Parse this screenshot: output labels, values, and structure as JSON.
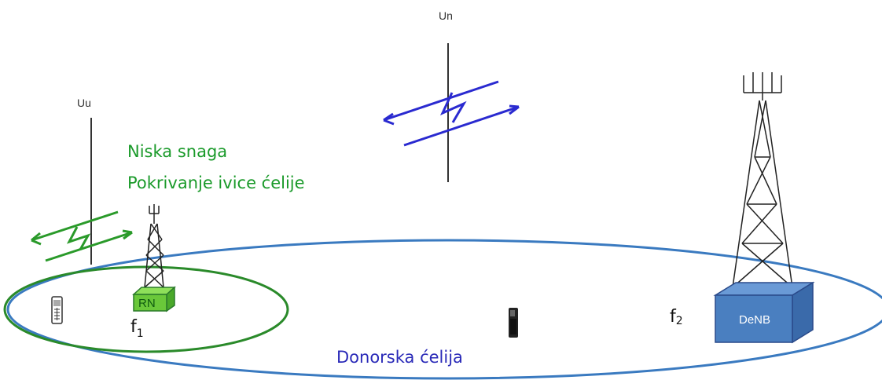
{
  "labels": {
    "un": "Un",
    "uu": "Uu",
    "low_power_line1": "Niska snaga",
    "low_power_line2": "Pokrivanje ivice ćelije",
    "donor_cell": "Donorska ćelija",
    "f1_base": "f",
    "f1_sub": "1",
    "f2_base": "f",
    "f2_sub": "2",
    "relay_node": "RN",
    "donor_enb": "DeNB"
  },
  "colors": {
    "green": "#1a9a2a",
    "blue_link": "#2a2ad0",
    "ellipse_blue": "#3a7ac0",
    "denb_box": "#4a7fc0",
    "relay_box": "#6ac83a"
  },
  "icons": {
    "relay_tower": "lattice-tower-small",
    "donor_tower": "lattice-tower-large",
    "phone_left": "mobile-phone",
    "phone_center": "mobile-phone"
  }
}
